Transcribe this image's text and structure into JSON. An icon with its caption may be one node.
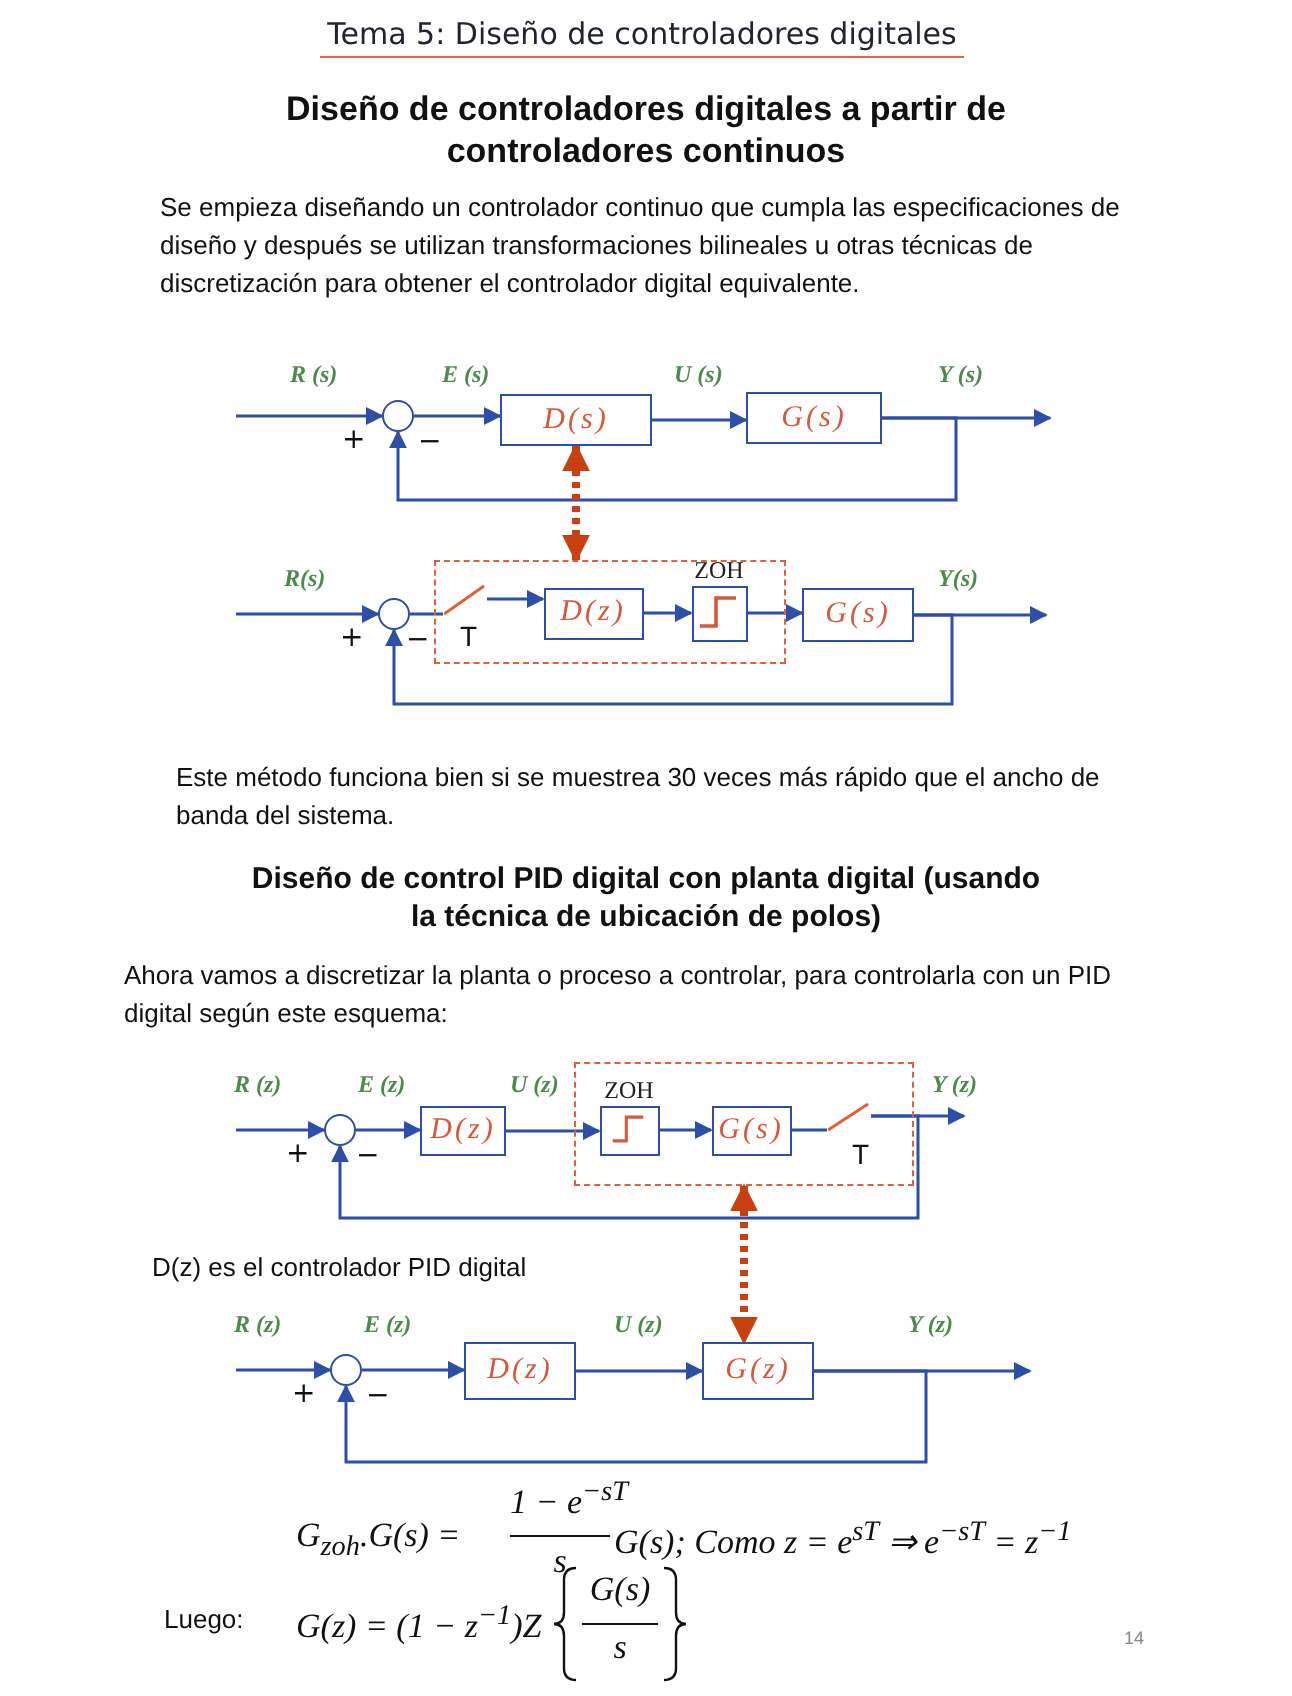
{
  "diagram": {
    "title": "Tema 5: Diseño de controladores digitales",
    "nodes": [
      {
        "text": [],
        "shape": "circle"
      },
      {
        "text": [
          "D(s)"
        ]
      },
      {
        "text": [
          "G(s)"
        ]
      },
      {
        "text": [],
        "shape": "box"
      },
      {
        "text": [],
        "shape": "circle"
      },
      {
        "text": [],
        "shape": "switch",
        "in": 3
      },
      {
        "text": [
          "D(z)"
        ],
        "in": 3
      },
      {
        "text": [
          "ZOH"
        ],
        "in": 3
      },
      {
        "text": [
          "G(s)"
        ]
      },
      {
        "text": [],
        "shape": "box"
      },
      {
        "text": [],
        "shape": "circle"
      },
      {
        "text": [
          "D(z)"
        ]
      },
      {
        "text": [
          "ZOH"
        ],
        "in": 9
      },
      {
        "text": [
          "G(s)"
        ],
        "in": 9
      },
      {
        "text": [],
        "shape": "switch",
        "in": 9
      },
      {
        "text": [],
        "shape": "circle"
      },
      {
        "text": [
          "D(z)"
        ]
      },
      {
        "text": [
          "G(z)"
        ]
      }
    ],
    "edges": [
      {
        "from": null,
        "to": 0,
        "arrow": "to",
        "label": "R (s)"
      },
      {
        "from": 0,
        "to": 1,
        "arrow": "to",
        "label": "E (s)"
      },
      {
        "from": 1,
        "to": 2,
        "arrow": "to",
        "label": "U (s)"
      },
      {
        "from": 2,
        "to": null,
        "arrow": "to",
        "label": "Y (s)"
      },
      {
        "from": 2,
        "to": 0,
        "arrow": "to"
      },
      {
        "from": 1,
        "to": 3,
        "arrow": "both",
        "style": "dashed",
        "color": "#c8400f"
      },
      {
        "from": null,
        "to": 4,
        "arrow": "to",
        "label": "R(s)"
      },
      {
        "from": 4,
        "to": 5,
        "arrow": "none"
      },
      {
        "from": 5,
        "to": 6,
        "arrow": "to"
      },
      {
        "from": 6,
        "to": 7,
        "arrow": "to"
      },
      {
        "from": 7,
        "to": 8,
        "arrow": "to"
      },
      {
        "from": 8,
        "to": null,
        "arrow": "to",
        "label": "Y(s)"
      },
      {
        "from": 8,
        "to": 4,
        "arrow": "to"
      },
      {
        "from": null,
        "to": 10,
        "arrow": "to",
        "label": "R (z)"
      },
      {
        "from": 10,
        "to": 11,
        "arrow": "to",
        "label": "E (z)"
      },
      {
        "from": 11,
        "to": 12,
        "arrow": "to",
        "label": "U (z)"
      },
      {
        "from": 12,
        "to": 13,
        "arrow": "to"
      },
      {
        "from": 13,
        "to": 14,
        "arrow": "none"
      },
      {
        "from": 14,
        "to": null,
        "arrow": "to",
        "label": "Y (z)"
      },
      {
        "from": 14,
        "to": 10,
        "arrow": "to"
      },
      {
        "from": 9,
        "to": 17,
        "arrow": "both",
        "style": "dashed",
        "color": "#c8400f"
      },
      {
        "from": null,
        "to": 15,
        "arrow": "to",
        "label": "R (z)"
      },
      {
        "from": 15,
        "to": 16,
        "arrow": "to",
        "label": "E (z)"
      },
      {
        "from": 16,
        "to": 17,
        "arrow": "to",
        "label": "U (z)"
      },
      {
        "from": 17,
        "to": null,
        "arrow": "to",
        "label": "Y (z)"
      },
      {
        "from": 17,
        "to": 15,
        "arrow": "to"
      }
    ],
    "labels": [
      "Diseño de controladores digitales a partir de controladores continuos",
      "Se empieza diseñando un controlador continuo que cumpla las especificaciones de diseño y después se utilizan transformaciones bilineales u otras técnicas de discretización para obtener el controlador digital equivalente.",
      "+",
      "−",
      "+",
      "−",
      "T",
      "Este método funciona bien si se muestrea 30 veces más rápido que el ancho de banda del sistema.",
      "Diseño de control PID digital con planta digital (usando la técnica de ubicación de polos)",
      "Ahora vamos a discretizar la planta o proceso a controlar, para controlarla con un PID digital según este esquema:",
      "+",
      "−",
      "T",
      "D(z) es el controlador PID digital",
      "+",
      "−",
      "G$_{zoh}$.G(s) =",
      "1 − e$^{−sT}$",
      "s",
      "G(s);  Como z = e$^{sT}$ ⇒ e$^{−sT}$ = z$^{−1}$",
      "Luego:",
      "G(z) = (1 − z$^{−1}$)Z",
      "G(s)",
      "s",
      "14"
    ]
  }
}
